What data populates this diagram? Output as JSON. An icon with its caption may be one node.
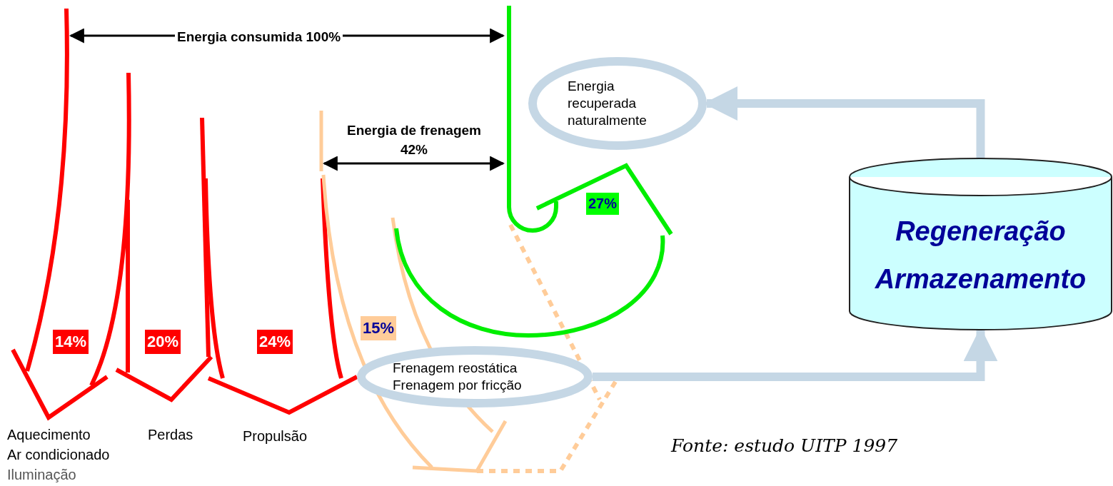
{
  "diagram": {
    "nodes": [
      {
        "text": [
          "Energia recuperada naturalmente"
        ]
      },
      {
        "text": [
          "Regeneração",
          "Armazenamento"
        ]
      },
      {
        "text": [
          "Frenagem reostática Frenagem por fricção"
        ]
      }
    ],
    "edges": [
      {
        "from": 1,
        "to": 0,
        "arrow": "to"
      },
      {
        "from": 2,
        "to": 1,
        "arrow": "to"
      }
    ],
    "labels": [
      "Energia consumida 100%",
      "Energia de frenagem 42%",
      "27%",
      "15%",
      "14%",
      "20%",
      "24%",
      "Aquecimento",
      "Ar condicionado",
      "Iluminação",
      "Perdas",
      "Propulsão",
      "Fonte: estudo UITP 1997"
    ]
  }
}
